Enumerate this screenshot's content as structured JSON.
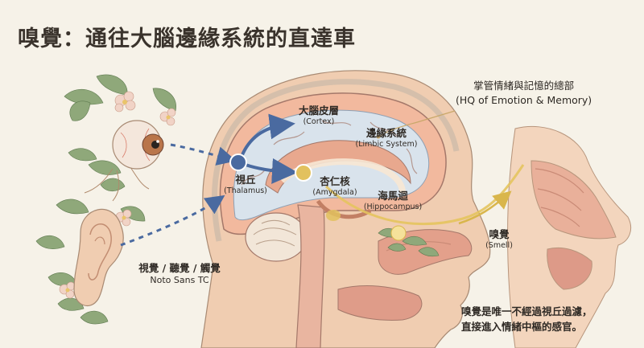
{
  "title": "嗅覺：通往大腦邊緣系統的直達車",
  "labels": {
    "cortex": {
      "zh": "大腦皮層",
      "en": "(Cortex)"
    },
    "limbic": {
      "zh": "邊緣系統",
      "en": "(Limbic System)"
    },
    "thalamus": {
      "zh": "視丘",
      "en": "(Thalamus)"
    },
    "amygdala": {
      "zh": "杏仁核",
      "en": "(Amygdala)"
    },
    "hippocampus": {
      "zh": "海馬迴",
      "en": "(Hippocampus)"
    },
    "smell": {
      "zh": "嗅覺",
      "en": "(Smell)"
    },
    "senses": {
      "zh": "視覺 / 聽覺 / 觸覺",
      "en": "Noto Sans TC"
    },
    "hq": {
      "zh": "掌管情緒與記憶的總部",
      "en": "(HQ of Emotion & Memory)"
    }
  },
  "note": {
    "line1": "嗅覺是唯一不經過視丘過濾，",
    "line2": "直接進入情緒中樞的感官。"
  },
  "colors": {
    "background": "#f6f2e8",
    "skin": "#f0cdb1",
    "cortex": "#f2b99e",
    "brain_inner": "#d9e3ec",
    "path_blue": "#4a6aa0",
    "smell_path": "#e4c45e",
    "leaf": "#8fa87a"
  }
}
